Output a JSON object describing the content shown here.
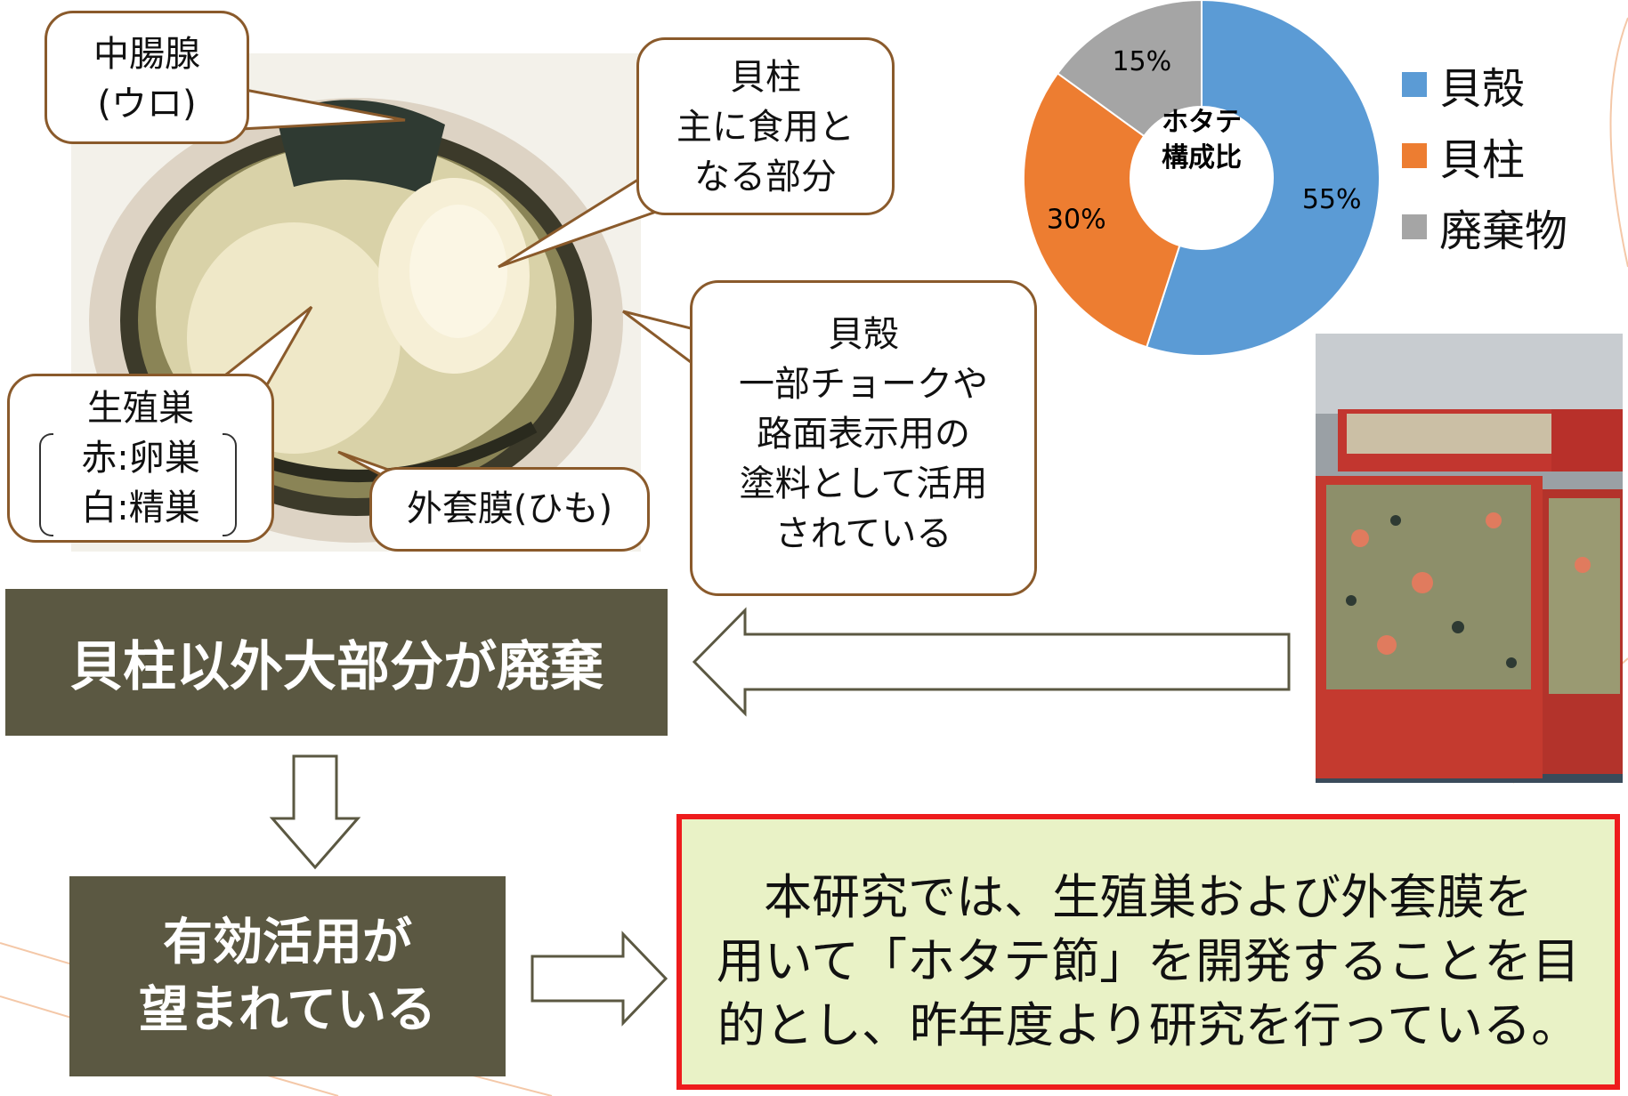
{
  "callouts": {
    "midgut": {
      "lines": [
        "中腸腺",
        "(ウロ)"
      ]
    },
    "adductor": {
      "lines": [
        "貝柱",
        "主に食用と",
        "なる部分"
      ]
    },
    "shell": {
      "lines": [
        "貝殻",
        "一部チョークや",
        "路面表示用の",
        "塗料として活用",
        "されている"
      ]
    },
    "gonad": {
      "lines": [
        "生殖巣",
        "赤:卵巣",
        "白:精巣"
      ]
    },
    "mantle": {
      "lines": [
        "外套膜(ひも)"
      ]
    }
  },
  "boxes": {
    "discarded": "貝柱以外大部分が廃棄",
    "hoped": [
      "有効活用が",
      "望まれている"
    ]
  },
  "goal": {
    "lines": [
      "本研究では、生殖巣および外套膜を",
      "用いて「ホタテ節」を開発することを目",
      "的とし、昨年度より研究を行っている。"
    ]
  },
  "chart_data": {
    "type": "pie",
    "center_label": [
      "ホタテ",
      "構成比"
    ],
    "categories": [
      "貝殻",
      "貝柱",
      "廃棄物"
    ],
    "values": [
      55,
      30,
      15
    ],
    "value_labels": [
      "55%",
      "30%",
      "15%"
    ],
    "colors": [
      "#5b9bd5",
      "#ed7d31",
      "#a5a5a5"
    ],
    "legend_position": "right"
  }
}
